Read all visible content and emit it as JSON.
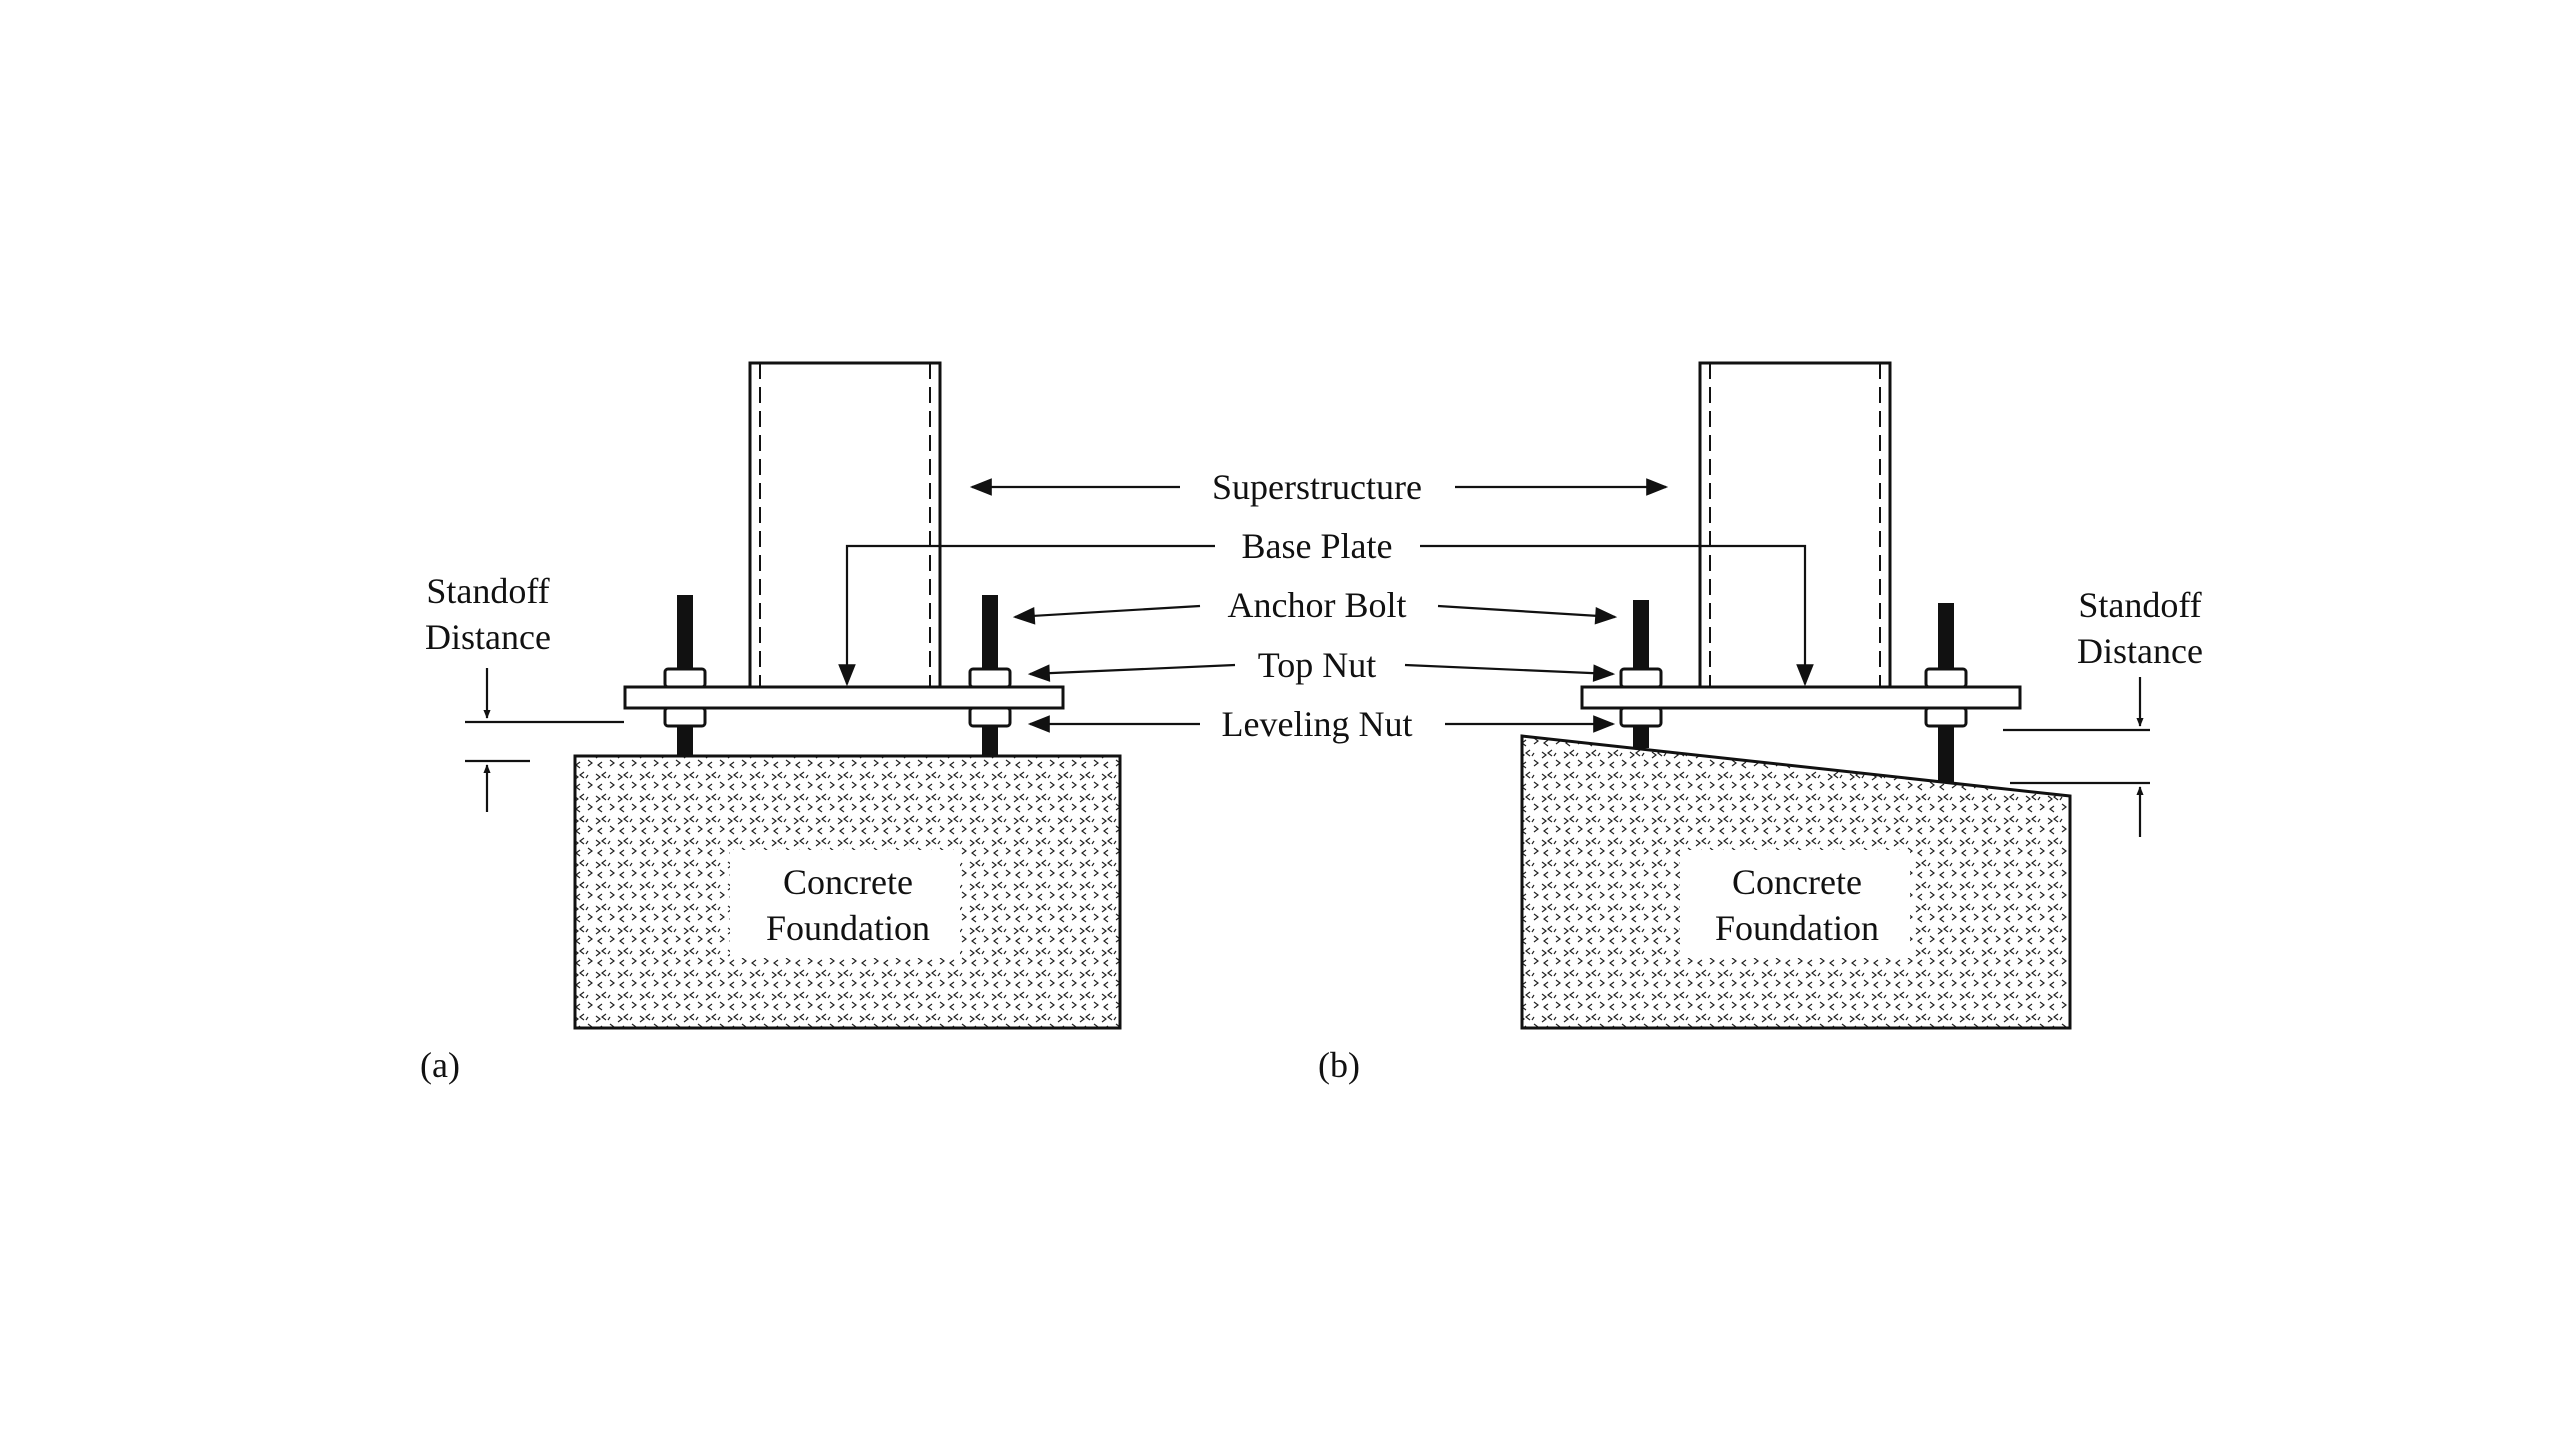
{
  "labels": {
    "superstructure": "Superstructure",
    "base_plate": "Base Plate",
    "anchor_bolt": "Anchor Bolt",
    "top_nut": "Top Nut",
    "leveling_nut": "Leveling Nut"
  },
  "panel_a": {
    "tag": "(a)",
    "standoff_line1": "Standoff",
    "standoff_line2": "Distance",
    "foundation_line1": "Concrete",
    "foundation_line2": "Foundation"
  },
  "panel_b": {
    "tag": "(b)",
    "standoff_line1": "Standoff",
    "standoff_line2": "Distance",
    "foundation_line1": "Concrete",
    "foundation_line2": "Foundation"
  },
  "colors": {
    "ink": "#111111",
    "background": "#ffffff"
  }
}
